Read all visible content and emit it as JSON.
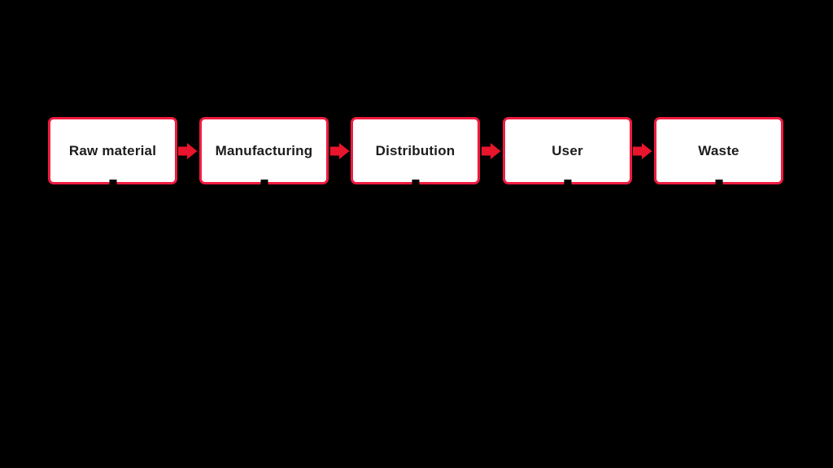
{
  "diagram": {
    "type": "process-flow",
    "background": "#000000",
    "stages": [
      {
        "label": "Raw material"
      },
      {
        "label": "Manufacturing"
      },
      {
        "label": "Distribution"
      },
      {
        "label": "User"
      },
      {
        "label": "Waste"
      }
    ],
    "connector": "right-block-arrow",
    "colors": {
      "box_fill": "#ffffff",
      "box_border": "#ef1c40",
      "arrow": "#e8152c",
      "label_text": "#1c1c1e"
    }
  }
}
